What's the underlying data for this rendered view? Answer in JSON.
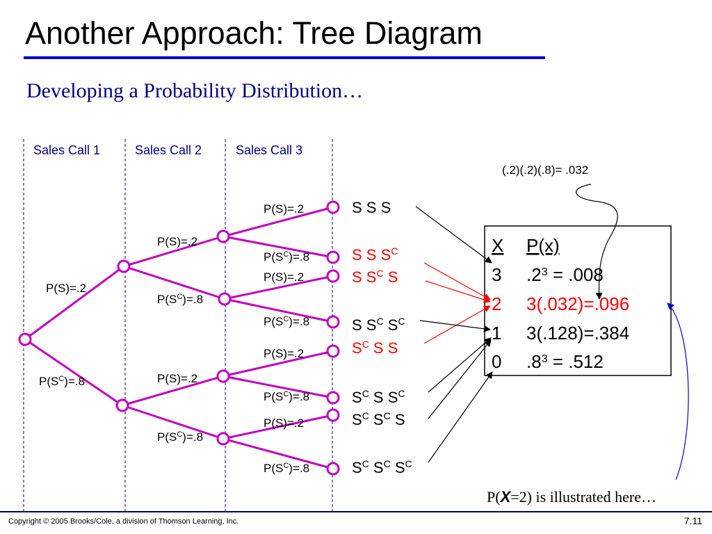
{
  "slide": {
    "title": "Another Approach: Tree Diagram",
    "subtitle": "Developing a Probability Distribution…",
    "copyright": "Copyright © 2005 Brooks/Cole, a division of Thomson Learning, Inc.",
    "page_number": "7.11"
  },
  "columns": [
    "Sales Call 1",
    "Sales Call 2",
    "Sales Call 3"
  ],
  "branch_labels": {
    "call1_s": "P(S)=.2",
    "call1_sc": "P(S^C)=.8",
    "call2_top_s": "P(S)=.2",
    "call2_top_sc": "P(S^C)=.8",
    "call2_bottom_s": "P(S)=.2",
    "call2_bottom_sc": "P(S^C)=.8",
    "call3": [
      {
        "s": "P(S)=.2",
        "sc": "P(S^C)=.8"
      },
      {
        "s": "P(S)=.2",
        "sc": "P(S^C)=.8"
      },
      {
        "s": "P(S)=.2",
        "sc": "P(S^C)=.8"
      },
      {
        "s": "P(S)=.2",
        "sc": "P(S^C)=.8"
      }
    ]
  },
  "outcomes": [
    {
      "text": "S S S",
      "color": "#000000"
    },
    {
      "text": "S S S^C",
      "color": "#ff0000"
    },
    {
      "text": "S S^C S",
      "color": "#ff0000"
    },
    {
      "text": "S S^C S^C",
      "color": "#000000"
    },
    {
      "text": "S^C S S",
      "color": "#ff0000"
    },
    {
      "text": "S^C S S^C",
      "color": "#000000"
    },
    {
      "text": "S^C S^C S",
      "color": "#000000"
    },
    {
      "text": "S^C S^C S^C",
      "color": "#000000"
    }
  ],
  "annotation": "(.2)(.2)(.8)= .032",
  "distribution_table": {
    "header_x": "X",
    "header_p": "P(x)",
    "rows": [
      {
        "x": "3",
        "p": ".2^3 = .008",
        "color": "#000000"
      },
      {
        "x": "2",
        "p": "3(.032)=.096",
        "color": "#ff0000"
      },
      {
        "x": "1",
        "p": "3(.128)=.384",
        "color": "#000000"
      },
      {
        "x": "0",
        "p": ".8^3 = .512",
        "color": "#000000"
      }
    ]
  },
  "footnote": {
    "prefix": "P(",
    "variable": "X",
    "suffix": "=2) is illustrated here…"
  },
  "colors": {
    "tree": "#c000c0",
    "title_rule": "#0000cc",
    "subtitle": "#000080",
    "highlight": "#ff0000",
    "curve": "#0000cc"
  }
}
